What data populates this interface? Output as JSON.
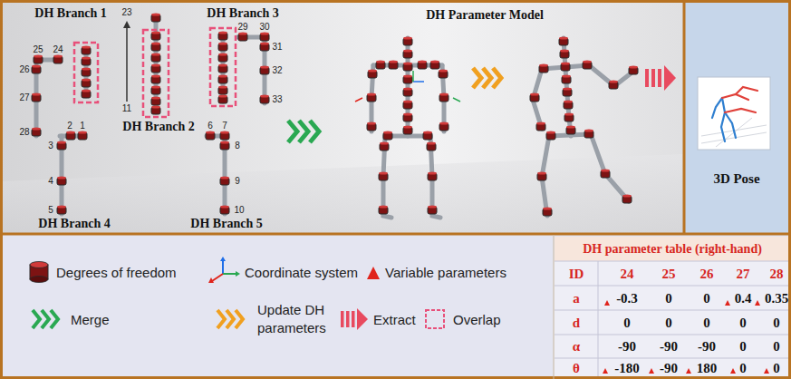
{
  "diagram": {
    "nodes": [
      {
        "text": [
          "3D Pose"
        ]
      }
    ],
    "labels": [
      "DH Branch 1",
      "DH Branch 2",
      "DH Branch 3",
      "DH Branch 4",
      "DH Branch 5",
      "DH Parameter Model",
      "25",
      "24",
      "26",
      "27",
      "28",
      "23",
      "11",
      "29",
      "30",
      "31",
      "32",
      "33",
      "2",
      "1",
      "3",
      "4",
      "5",
      "6",
      "7",
      "8",
      "9",
      "10",
      "DH parameter table (right-hand)",
      "ID",
      "24",
      "25",
      "26",
      "27",
      "28",
      "a",
      "-0.3",
      "0",
      "0",
      "0.4",
      "0.35",
      "d",
      "0",
      "0",
      "0",
      "0",
      "0",
      "α",
      "-90",
      "-90",
      "-90",
      "0",
      "0",
      "θ",
      "-180",
      "-90",
      "180",
      "0",
      "0"
    ],
    "legend": [
      {
        "text": "Degrees of freedom"
      },
      {
        "text": "Coordinate system"
      },
      {
        "text": "Variable parameters"
      },
      {
        "text": "Merge"
      },
      {
        "text": "Update DH parameters"
      },
      {
        "text": "Extract"
      },
      {
        "text": "Overlap"
      }
    ]
  }
}
